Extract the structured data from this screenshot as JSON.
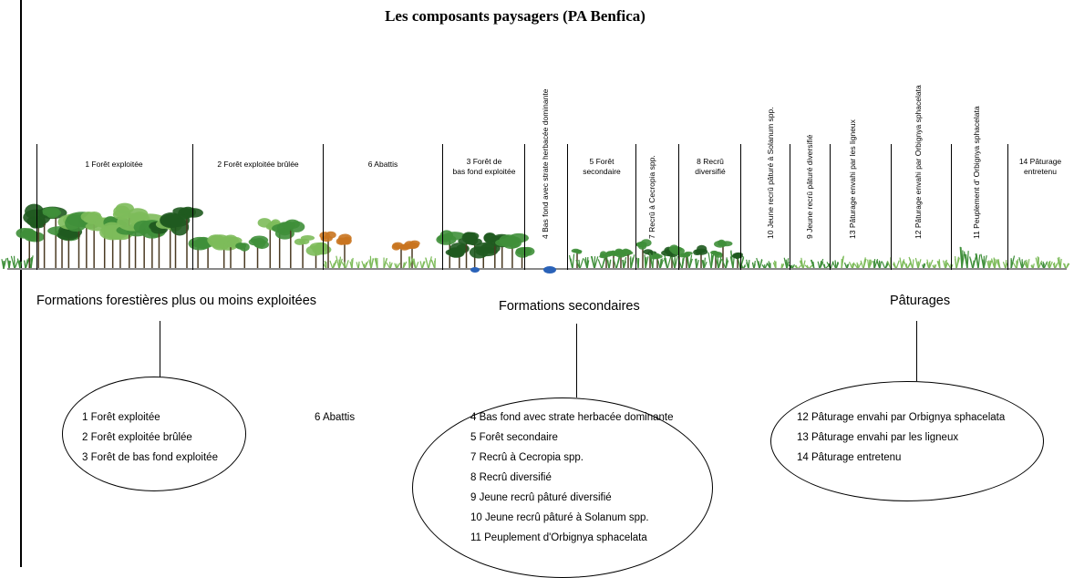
{
  "title": "Les composants paysagers (PA Benfica)",
  "zones": [
    {
      "label": "1 Forêt exploitée"
    },
    {
      "label": "2 Forêt exploitée brûlée"
    },
    {
      "label": "6 Abattis"
    },
    {
      "label": "3 Forêt de\nbas fond exploitée"
    },
    {
      "label": "4 Bas fond avec strate herbacée dominante"
    },
    {
      "label": "5 Forêt\nsecondaire"
    },
    {
      "label": "7 Recrû à Cecropia spp."
    },
    {
      "label": "8 Recrû\ndiversifié"
    },
    {
      "label": "10 Jeune recrû pâturé à  Solanum spp."
    },
    {
      "label": "9 Jeune recrû pâturé diversifié"
    },
    {
      "label": "13 Pâturage envahi par les ligneux"
    },
    {
      "label": "12 Pâturage envahi par Orbignya sphacelata"
    },
    {
      "label": "11 Peuplement d' Orbignya sphacelata"
    },
    {
      "label": "14 Pâturage\nentretenu"
    }
  ],
  "groups": {
    "forest": {
      "title": "Formations forestières plus ou moins exploitées",
      "items": [
        "1 Forêt exploitée",
        "2 Forêt exploitée brûlée",
        "3 Forêt de bas fond exploitée"
      ]
    },
    "abattis": "6 Abattis",
    "secondary": {
      "title": "Formations secondaires",
      "items": [
        "4 Bas fond avec strate herbacée dominante",
        "5 Forêt secondaire",
        "7 Recrû à Cecropia spp.",
        "8 Recrû diversifié",
        "9 Jeune recrû pâturé diversifié",
        "10 Jeune recrû pâturé à Solanum spp.",
        "11 Peuplement d'Orbignya sphacelata"
      ]
    },
    "pasture": {
      "title": "Pâturages",
      "items": [
        "12 Pâturage envahi par Orbignya sphacelata",
        "13 Pâturage envahi par les ligneux",
        "14 Pâturage entretenu"
      ]
    }
  },
  "colors": {
    "dark_green": "#1f5a1f",
    "mid_green": "#3f8f3a",
    "light_green": "#7dbb5a",
    "orange": "#c9741f",
    "water": "#2a62b8",
    "ground": "#8a8a8a"
  }
}
